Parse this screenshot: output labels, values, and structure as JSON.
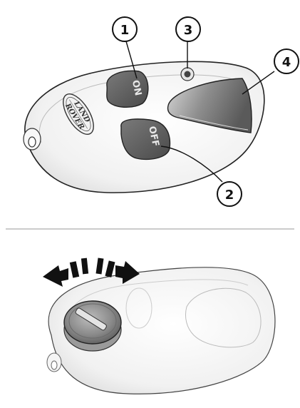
{
  "top_view": {
    "logo_line1": "LAND",
    "logo_line2": "ROVER",
    "on_label": "ON",
    "off_label": "OFF"
  },
  "callouts": [
    "1",
    "2",
    "3",
    "4"
  ],
  "colors": {
    "outline": "#222222",
    "button_dark": "#5f5f5f",
    "fob_fill": "#f4f4f4",
    "divider": "#9a9a9a"
  }
}
